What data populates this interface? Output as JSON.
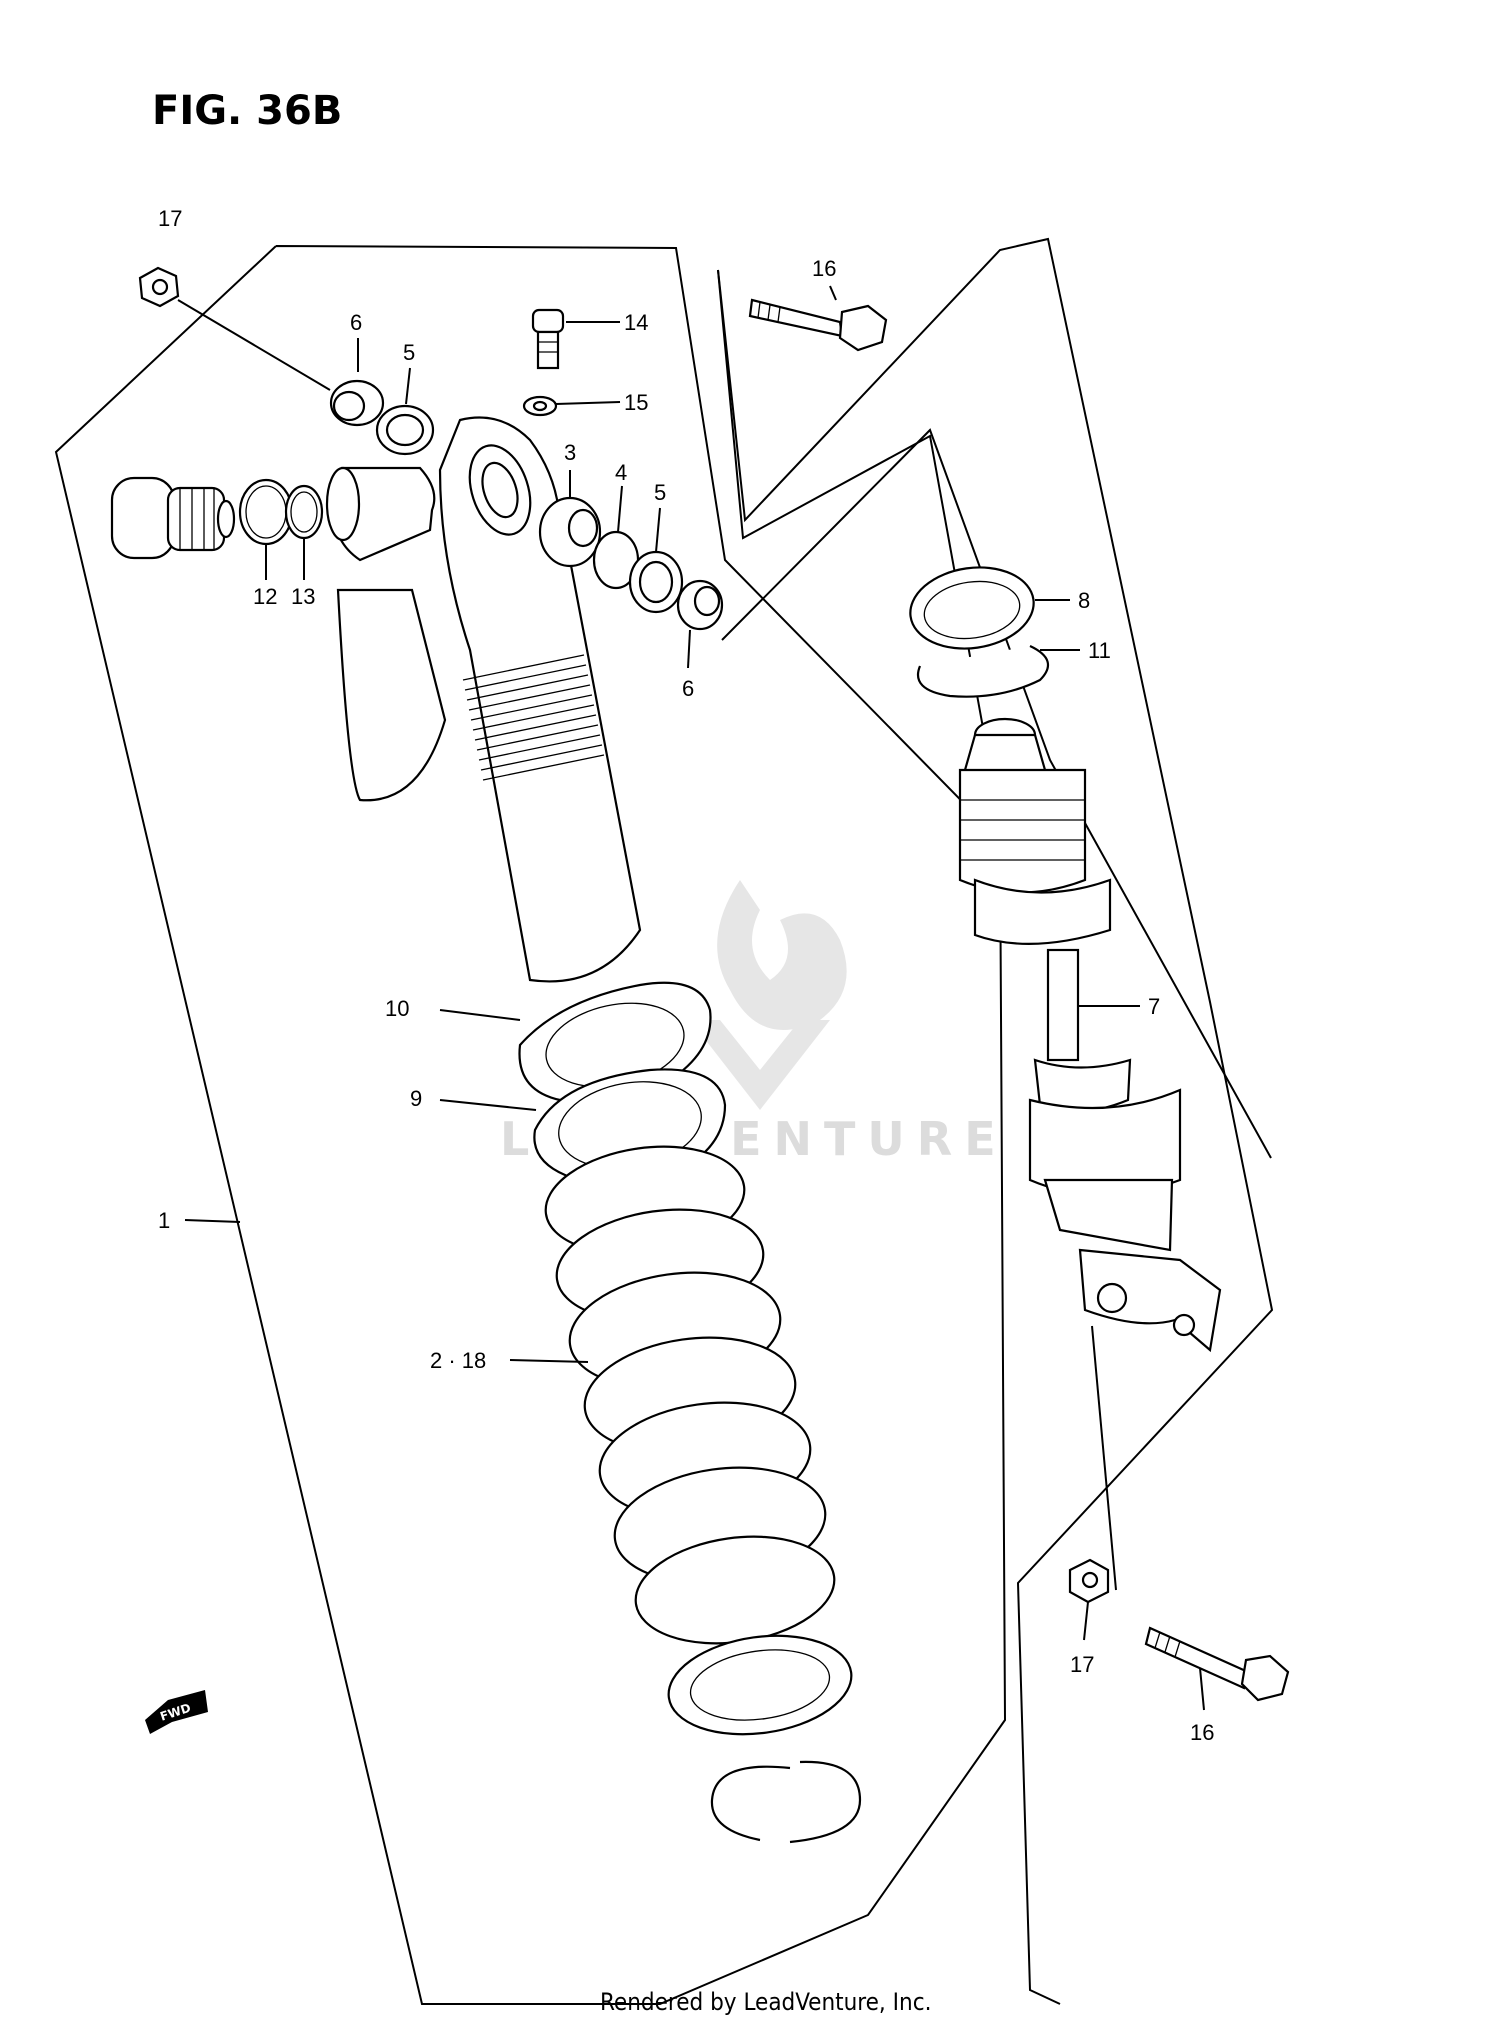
{
  "figure": {
    "title": "FIG. 36B"
  },
  "callouts": [
    {
      "id": "c1",
      "label": "1"
    },
    {
      "id": "c2",
      "label": "2 · 18"
    },
    {
      "id": "c3",
      "label": "3"
    },
    {
      "id": "c4",
      "label": "4"
    },
    {
      "id": "c5a",
      "label": "5"
    },
    {
      "id": "c5b",
      "label": "5"
    },
    {
      "id": "c6a",
      "label": "6"
    },
    {
      "id": "c6b",
      "label": "6"
    },
    {
      "id": "c7",
      "label": "7"
    },
    {
      "id": "c8",
      "label": "8"
    },
    {
      "id": "c9",
      "label": "9"
    },
    {
      "id": "c10",
      "label": "10"
    },
    {
      "id": "c11",
      "label": "11"
    },
    {
      "id": "c12",
      "label": "12"
    },
    {
      "id": "c13",
      "label": "13"
    },
    {
      "id": "c14",
      "label": "14"
    },
    {
      "id": "c15",
      "label": "15"
    },
    {
      "id": "c16a",
      "label": "16"
    },
    {
      "id": "c16b",
      "label": "16"
    },
    {
      "id": "c17a",
      "label": "17"
    },
    {
      "id": "c17b",
      "label": "17"
    }
  ],
  "direction_marker": {
    "label": "FWD"
  },
  "watermark": {
    "text": "LEADVENTURE"
  },
  "footer": {
    "text": "Rendered by LeadVenture, Inc."
  }
}
